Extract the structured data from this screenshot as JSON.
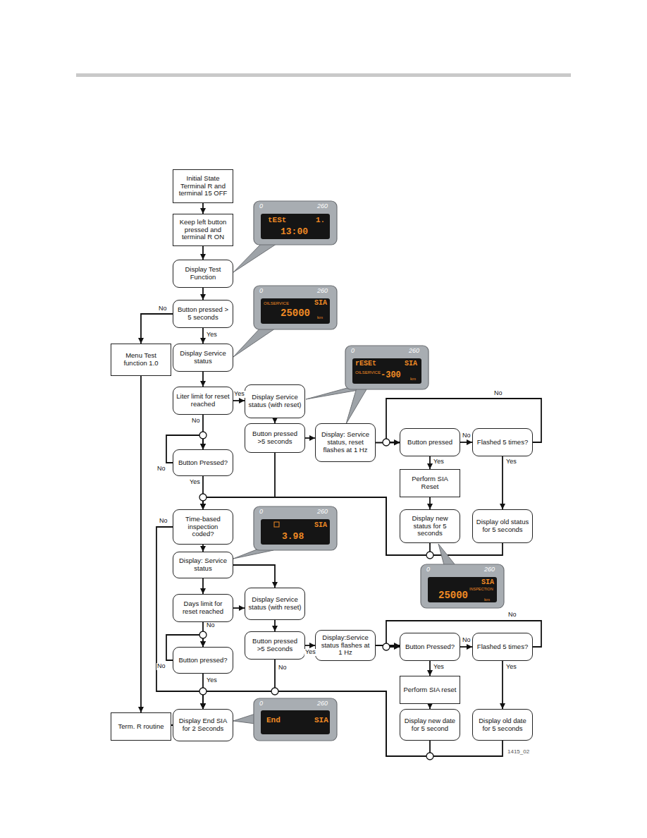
{
  "diagram": {
    "nodes": [
      {
        "text": [
          "Initial State Terminal R and terminal 15 OFF"
        ]
      },
      {
        "text": [
          "Keep left button pressed and terminal R ON"
        ]
      },
      {
        "text": [
          "Display Test Function"
        ]
      },
      {
        "text": [
          "Button pressed > 5 seconds"
        ]
      },
      {
        "text": [
          "Menu Test function 1.0"
        ]
      },
      {
        "text": [
          "Display Service status"
        ]
      },
      {
        "text": [
          "Liter limit for reset reached"
        ]
      },
      {
        "text": [
          "Display Service status (with reset)"
        ]
      },
      {
        "text": [
          "Button pressed >5 seconds"
        ]
      },
      {
        "text": [
          "Display: Service status, reset flashes at 1 Hz"
        ]
      },
      {
        "text": [
          "Button Pressed?"
        ]
      },
      {
        "text": [
          "Button pressed"
        ]
      },
      {
        "text": [
          "Flashed 5 times?"
        ]
      },
      {
        "text": [
          "Perform SIA Reset"
        ]
      },
      {
        "text": [
          "Time-based inspection coded?"
        ]
      },
      {
        "text": [
          "Display new status for 5 seconds"
        ]
      },
      {
        "text": [
          "Display old status for 5 seconds"
        ]
      },
      {
        "text": [
          "Display: Service status"
        ]
      },
      {
        "text": [
          "Days limit for reset reached"
        ]
      },
      {
        "text": [
          "Display Service status (with reset)"
        ]
      },
      {
        "text": [
          "Button pressed >5 Seconds"
        ]
      },
      {
        "text": [
          "Display:Service status flashes at 1 Hz"
        ]
      },
      {
        "text": [
          "Button pressed?"
        ]
      },
      {
        "text": [
          "Button Pressed?"
        ]
      },
      {
        "text": [
          "Flashed 5 times?"
        ]
      },
      {
        "text": [
          "Perform SIA reset"
        ]
      },
      {
        "text": [
          "Term. R routine"
        ]
      },
      {
        "text": [
          "Display End SIA for 2 Seconds"
        ]
      },
      {
        "text": [
          "Display new date for 5 second"
        ]
      },
      {
        "text": [
          "Display old date for 5 seconds"
        ]
      }
    ],
    "edges": [
      {
        "from": 0,
        "to": 1,
        "arrow": "to"
      },
      {
        "from": 1,
        "to": 2,
        "arrow": "to"
      },
      {
        "from": 2,
        "to": 3,
        "arrow": "to"
      },
      {
        "from": 3,
        "to": 4,
        "label": "No",
        "arrow": "to"
      },
      {
        "from": 3,
        "to": 5,
        "label": "Yes",
        "arrow": "to"
      },
      {
        "from": 4,
        "to": 26,
        "arrow": "to"
      },
      {
        "from": 5,
        "to": 6,
        "arrow": "to"
      },
      {
        "from": 6,
        "to": 7,
        "label": "Yes",
        "arrow": "to"
      },
      {
        "from": 6,
        "to": 10,
        "label": "No",
        "arrow": "to"
      },
      {
        "from": 10,
        "to": 10,
        "label": "No",
        "arrow": "to"
      },
      {
        "from": 7,
        "to": 8,
        "arrow": "to"
      },
      {
        "from": 8,
        "to": 14,
        "arrow": "to"
      },
      {
        "from": 10,
        "to": 14,
        "label": "Yes",
        "arrow": "to"
      },
      {
        "from": 8,
        "to": 9,
        "arrow": "to"
      },
      {
        "from": 9,
        "to": 11,
        "arrow": "to"
      },
      {
        "from": 11,
        "to": 12,
        "label": "No",
        "arrow": "to"
      },
      {
        "from": 12,
        "to": 11,
        "label": "No",
        "arrow": "to"
      },
      {
        "from": 11,
        "to": 13,
        "label": "Yes",
        "arrow": "to"
      },
      {
        "from": 12,
        "to": 16,
        "label": "Yes",
        "arrow": "to"
      },
      {
        "from": 13,
        "to": 15,
        "arrow": "to"
      },
      {
        "from": 15,
        "to": 14,
        "arrow": "to"
      },
      {
        "from": 16,
        "to": 14,
        "arrow": "to"
      },
      {
        "from": 14,
        "to": 27,
        "label": "No",
        "arrow": "to"
      },
      {
        "from": 14,
        "to": 17,
        "arrow": "to"
      },
      {
        "from": 17,
        "to": 19,
        "arrow": "to"
      },
      {
        "from": 17,
        "to": 18,
        "arrow": "to"
      },
      {
        "from": 18,
        "to": 19,
        "arrow": "to"
      },
      {
        "from": 18,
        "to": 22,
        "label": "No",
        "arrow": "to"
      },
      {
        "from": 22,
        "to": 22,
        "label": "No",
        "arrow": "to"
      },
      {
        "from": 19,
        "to": 20,
        "arrow": "to"
      },
      {
        "from": 20,
        "to": 27,
        "label": "No",
        "arrow": "to"
      },
      {
        "from": 22,
        "to": 27,
        "label": "Yes",
        "arrow": "to"
      },
      {
        "from": 20,
        "to": 21,
        "label": "Yes",
        "arrow": "to"
      },
      {
        "from": 21,
        "to": 23,
        "arrow": "to"
      },
      {
        "from": 23,
        "to": 24,
        "label": "No",
        "arrow": "to"
      },
      {
        "from": 24,
        "to": 23,
        "label": "No",
        "arrow": "to"
      },
      {
        "from": 23,
        "to": 25,
        "label": "Yes",
        "arrow": "to"
      },
      {
        "from": 24,
        "to": 29,
        "label": "Yes",
        "arrow": "to"
      },
      {
        "from": 25,
        "to": 28,
        "arrow": "to"
      },
      {
        "from": 28,
        "to": 27,
        "arrow": "to"
      },
      {
        "from": 29,
        "to": 27,
        "arrow": "to"
      },
      {
        "from": 27,
        "to": 26,
        "arrow": "to"
      }
    ],
    "labels": [
      "0",
      "260",
      "tESt",
      "1.",
      "13:00",
      "0",
      "260",
      "OILSERVICE",
      "SIA",
      "25000",
      "km",
      "0",
      "260",
      "rESEt",
      "SIA",
      "OILSERVICE",
      "-300",
      "km",
      "0",
      "260",
      "SIA",
      "3.98",
      "0",
      "260",
      "SIA",
      "INSPECTION",
      "25000",
      "km",
      "0",
      "260",
      "End",
      "SIA",
      "1415_02"
    ]
  }
}
